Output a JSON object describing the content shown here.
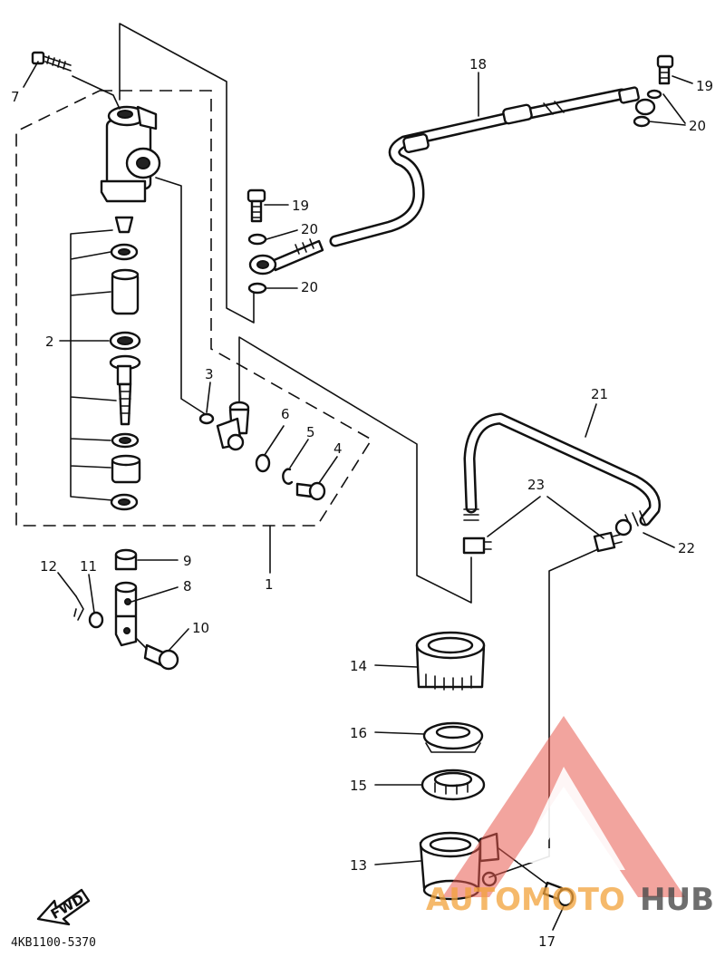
{
  "diagram": {
    "part_code": "4KB1100-5370",
    "fwd_label": "FWD",
    "callouts": {
      "p1": "1",
      "p2": "2",
      "p3": "3",
      "p4": "4",
      "p5": "5",
      "p6": "6",
      "p7": "7",
      "p8": "8",
      "p9": "9",
      "p10": "10",
      "p11": "11",
      "p12": "12",
      "p13": "13",
      "p14": "14",
      "p15": "15",
      "p16": "16",
      "p17": "17",
      "p18": "18",
      "p19a": "19",
      "p19b": "19",
      "p20a": "20",
      "p20b": "20",
      "p20c": "20",
      "p21": "21",
      "p22": "22",
      "p23": "23"
    }
  },
  "watermark": {
    "brand_part1": "AUTOMOTO",
    "brand_part2": "HUB",
    "color_primary": "#f2a23a",
    "color_secondary": "#e85a4f",
    "color_dark": "#4a4a4a"
  }
}
